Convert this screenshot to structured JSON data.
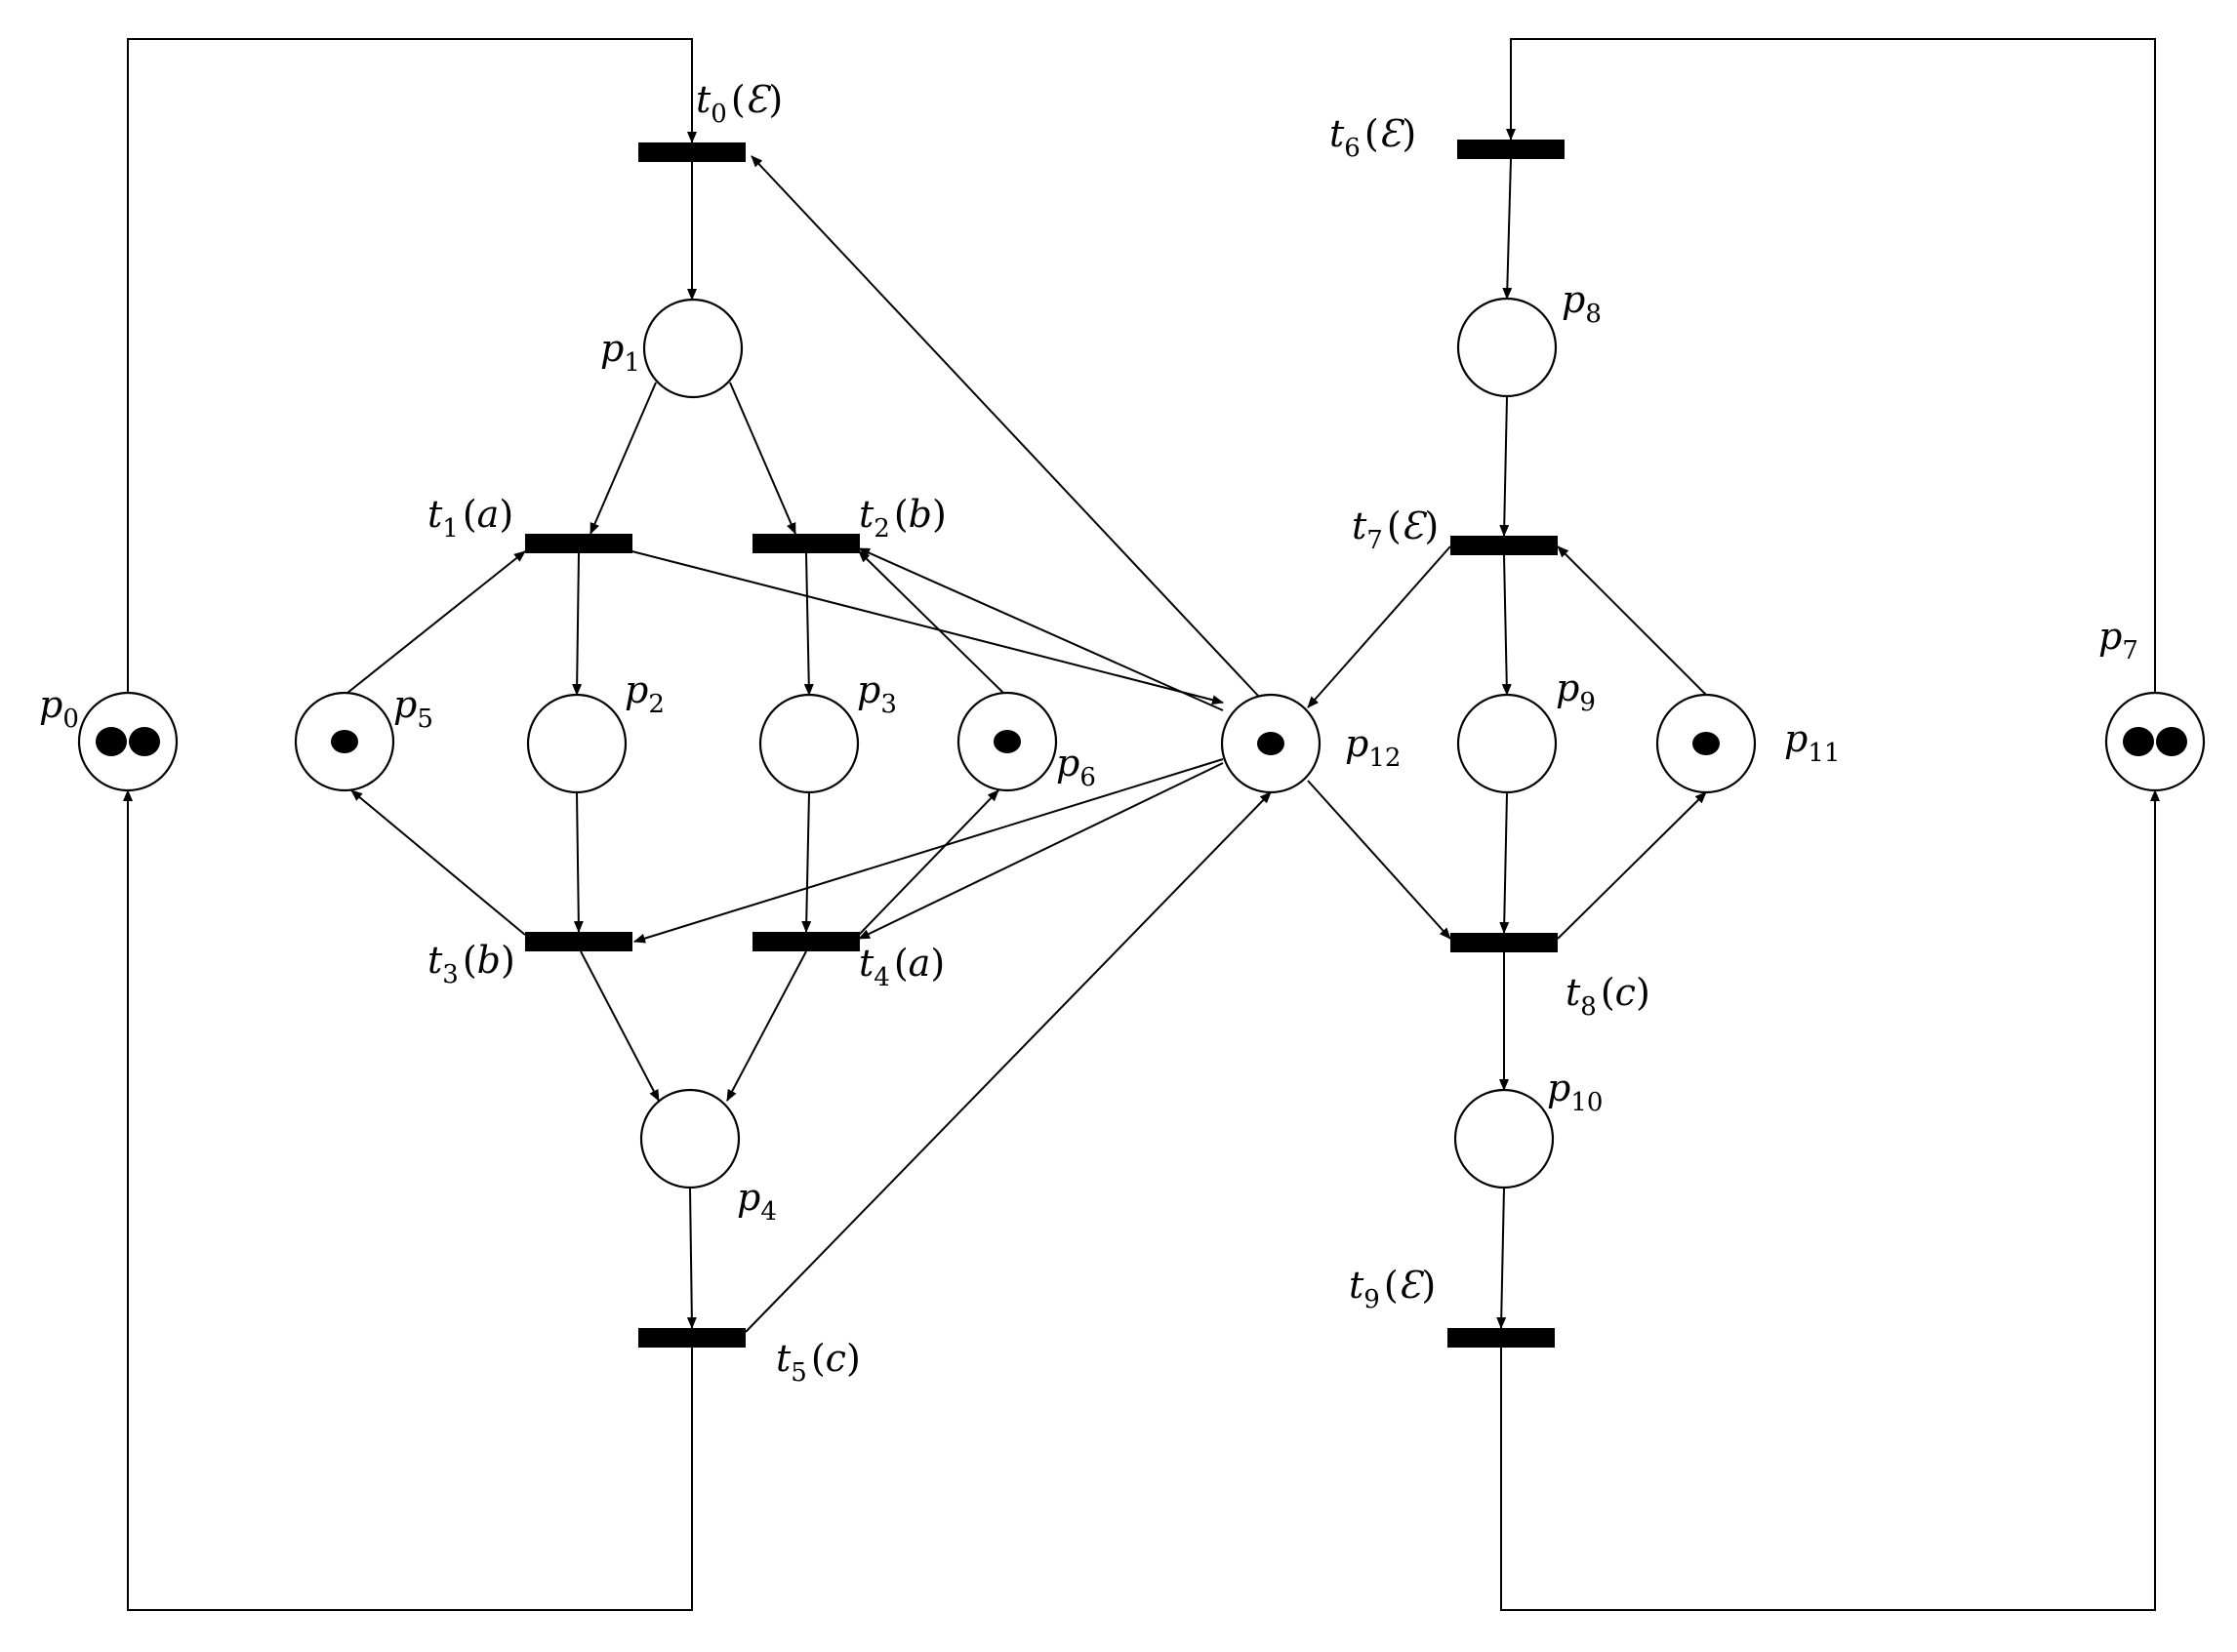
{
  "places": [
    {
      "id": "p0",
      "name": "p",
      "index": "0",
      "tokens": 2
    },
    {
      "id": "p1",
      "name": "p",
      "index": "1",
      "tokens": 0
    },
    {
      "id": "p2",
      "name": "p",
      "index": "2",
      "tokens": 0
    },
    {
      "id": "p3",
      "name": "p",
      "index": "3",
      "tokens": 0
    },
    {
      "id": "p4",
      "name": "p",
      "index": "4",
      "tokens": 0
    },
    {
      "id": "p5",
      "name": "p",
      "index": "5",
      "tokens": 1
    },
    {
      "id": "p6",
      "name": "p",
      "index": "6",
      "tokens": 1
    },
    {
      "id": "p7",
      "name": "p",
      "index": "7",
      "tokens": 2
    },
    {
      "id": "p8",
      "name": "p",
      "index": "8",
      "tokens": 0
    },
    {
      "id": "p9",
      "name": "p",
      "index": "9",
      "tokens": 0
    },
    {
      "id": "p10",
      "name": "p",
      "index": "10",
      "tokens": 0
    },
    {
      "id": "p11",
      "name": "p",
      "index": "11",
      "tokens": 1
    },
    {
      "id": "p12",
      "name": "p",
      "index": "12",
      "tokens": 1
    }
  ],
  "transitions": [
    {
      "id": "t0",
      "name": "t",
      "index": "0",
      "event": "Ɛ"
    },
    {
      "id": "t1",
      "name": "t",
      "index": "1",
      "event": "a"
    },
    {
      "id": "t2",
      "name": "t",
      "index": "2",
      "event": "b"
    },
    {
      "id": "t3",
      "name": "t",
      "index": "3",
      "event": "b"
    },
    {
      "id": "t4",
      "name": "t",
      "index": "4",
      "event": "a"
    },
    {
      "id": "t5",
      "name": "t",
      "index": "5",
      "event": "c"
    },
    {
      "id": "t6",
      "name": "t",
      "index": "6",
      "event": "Ɛ"
    },
    {
      "id": "t7",
      "name": "t",
      "index": "7",
      "event": "Ɛ"
    },
    {
      "id": "t8",
      "name": "t",
      "index": "8",
      "event": "c"
    },
    {
      "id": "t9",
      "name": "t",
      "index": "9",
      "event": "Ɛ"
    }
  ],
  "arcs": [
    {
      "from": "p0",
      "to": "t0"
    },
    {
      "from": "t0",
      "to": "p1"
    },
    {
      "from": "p1",
      "to": "t1"
    },
    {
      "from": "p1",
      "to": "t2"
    },
    {
      "from": "p5",
      "to": "t1"
    },
    {
      "from": "t1",
      "to": "p2"
    },
    {
      "from": "t1",
      "to": "p12"
    },
    {
      "from": "t2",
      "to": "p3"
    },
    {
      "from": "p6",
      "to": "t2"
    },
    {
      "from": "p12",
      "to": "t2"
    },
    {
      "from": "p12",
      "to": "t0"
    },
    {
      "from": "p2",
      "to": "t3"
    },
    {
      "from": "p3",
      "to": "t4"
    },
    {
      "from": "t3",
      "to": "p5"
    },
    {
      "from": "p12",
      "to": "t3"
    },
    {
      "from": "p12",
      "to": "t4"
    },
    {
      "from": "t4",
      "to": "p6"
    },
    {
      "from": "t3",
      "to": "p4"
    },
    {
      "from": "t4",
      "to": "p4"
    },
    {
      "from": "p4",
      "to": "t5"
    },
    {
      "from": "t5",
      "to": "p12"
    },
    {
      "from": "t5",
      "to": "p0"
    },
    {
      "from": "p7",
      "to": "t6"
    },
    {
      "from": "t6",
      "to": "p8"
    },
    {
      "from": "p8",
      "to": "t7"
    },
    {
      "from": "t7",
      "to": "p9"
    },
    {
      "from": "t7",
      "to": "p12"
    },
    {
      "from": "p11",
      "to": "t7"
    },
    {
      "from": "p9",
      "to": "t8"
    },
    {
      "from": "p12",
      "to": "t8"
    },
    {
      "from": "t8",
      "to": "p11"
    },
    {
      "from": "t8",
      "to": "p10"
    },
    {
      "from": "p10",
      "to": "t9"
    },
    {
      "from": "t9",
      "to": "p7"
    }
  ]
}
